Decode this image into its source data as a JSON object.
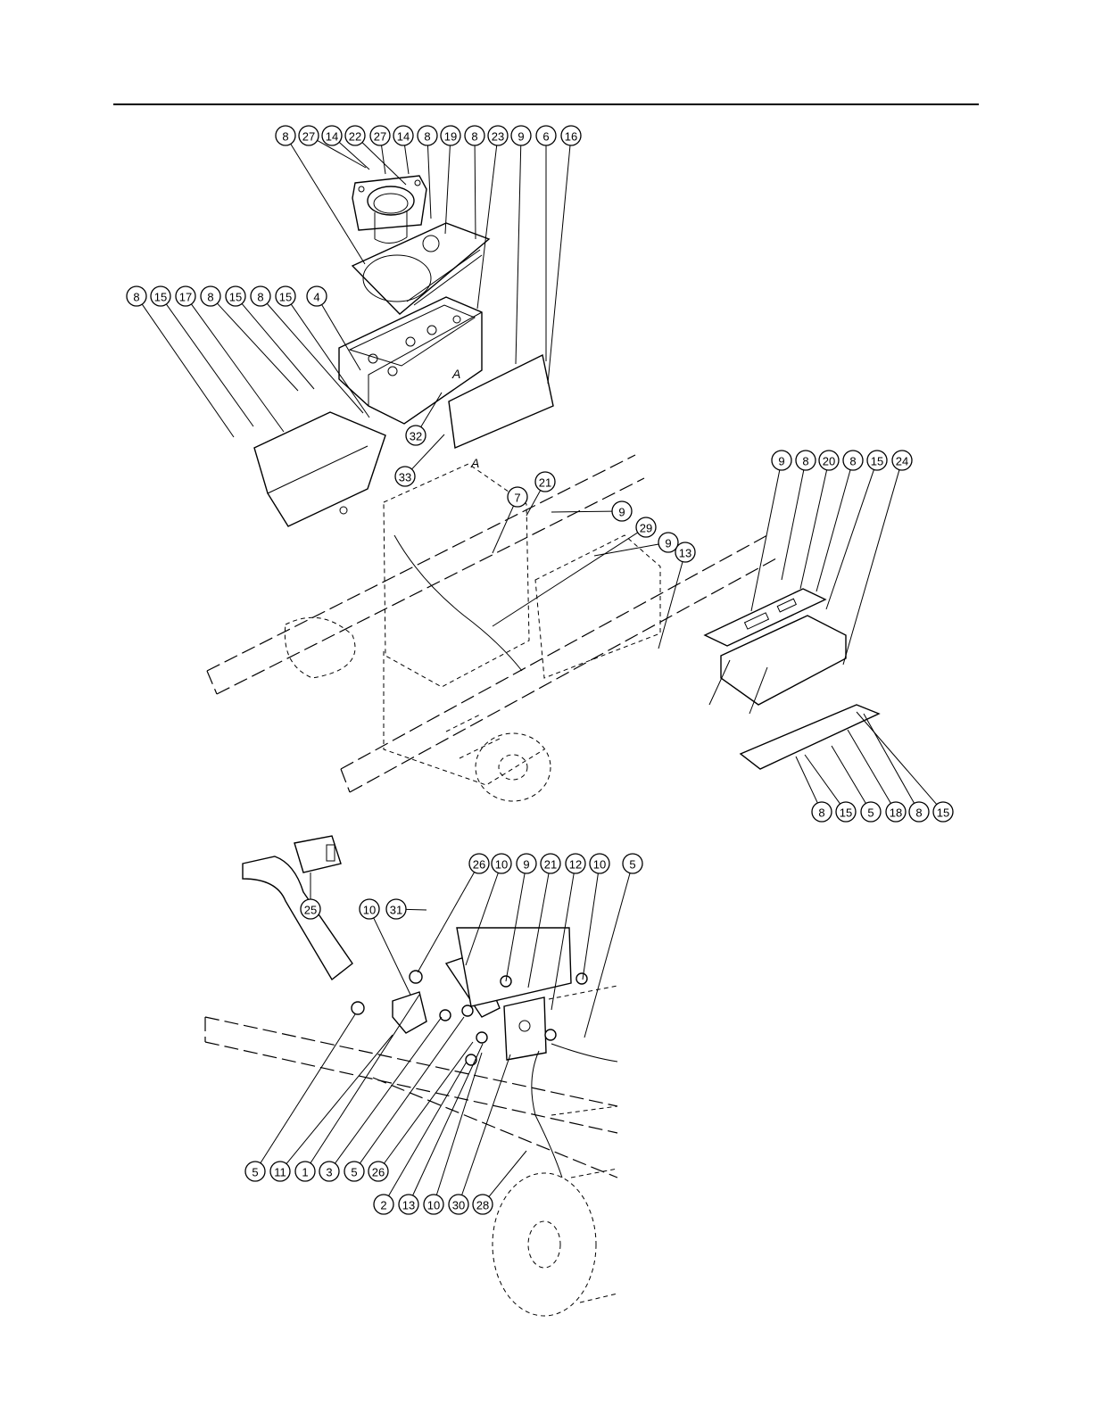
{
  "callouts_top": [
    {
      "label": "8"
    },
    {
      "label": "27"
    },
    {
      "label": "14"
    },
    {
      "label": "22"
    },
    {
      "label": "27"
    },
    {
      "label": "14"
    },
    {
      "label": "8"
    },
    {
      "label": "19"
    },
    {
      "label": "8"
    },
    {
      "label": "23"
    },
    {
      "label": "9"
    },
    {
      "label": "6"
    },
    {
      "label": "16"
    }
  ],
  "callouts_left": [
    {
      "label": "8"
    },
    {
      "label": "15"
    },
    {
      "label": "17"
    },
    {
      "label": "8"
    },
    {
      "label": "15"
    },
    {
      "label": "8"
    },
    {
      "label": "15"
    },
    {
      "label": "4"
    }
  ],
  "callouts_mid": [
    {
      "label": "32"
    },
    {
      "label": "33"
    },
    {
      "label": "7"
    },
    {
      "label": "21"
    },
    {
      "label": "9"
    },
    {
      "label": "29"
    },
    {
      "label": "9"
    },
    {
      "label": "13"
    }
  ],
  "callouts_right": [
    {
      "label": "9"
    },
    {
      "label": "8"
    },
    {
      "label": "20"
    },
    {
      "label": "8"
    },
    {
      "label": "15"
    },
    {
      "label": "24"
    }
  ],
  "callouts_right_bottom": [
    {
      "label": "8"
    },
    {
      "label": "15"
    },
    {
      "label": "5"
    },
    {
      "label": "18"
    },
    {
      "label": "8"
    },
    {
      "label": "15"
    }
  ],
  "callouts_lever_top": [
    {
      "label": "26"
    },
    {
      "label": "10"
    },
    {
      "label": "9"
    },
    {
      "label": "21"
    },
    {
      "label": "12"
    },
    {
      "label": "10"
    },
    {
      "label": "5"
    },
    {
      "label": "25"
    },
    {
      "label": "10"
    },
    {
      "label": "31"
    }
  ],
  "callouts_lever_bottom": [
    {
      "label": "5"
    },
    {
      "label": "11"
    },
    {
      "label": "1"
    },
    {
      "label": "3"
    },
    {
      "label": "5"
    },
    {
      "label": "26"
    },
    {
      "label": "2"
    },
    {
      "label": "13"
    },
    {
      "label": "10"
    },
    {
      "label": "30"
    },
    {
      "label": "28"
    }
  ],
  "view_labels": [
    "A",
    "A"
  ]
}
